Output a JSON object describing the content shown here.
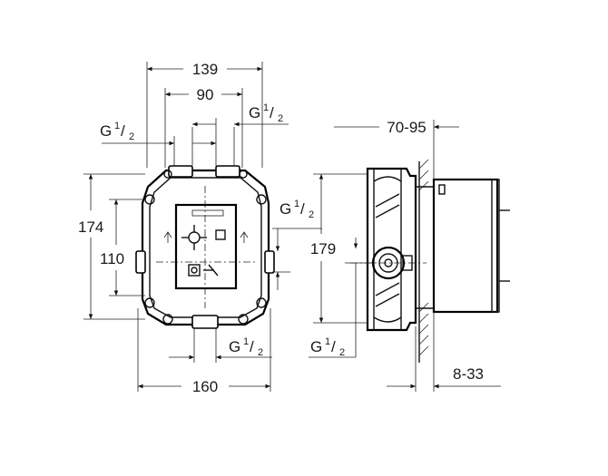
{
  "front_view": {
    "dim_width_outer": "139",
    "dim_width_inner": "90",
    "dim_height_total": "174",
    "dim_height_ports": "110",
    "dim_width_base": "160",
    "thread_top_left": {
      "main": "G",
      "num": "1",
      "den": "2"
    },
    "thread_top_right": {
      "main": "G",
      "num": "1",
      "den": "2"
    },
    "thread_right": {
      "main": "G",
      "num": "1",
      "den": "2"
    },
    "thread_bottom": {
      "main": "G",
      "num": "1",
      "den": "2"
    }
  },
  "side_view": {
    "dim_depth": "70-95",
    "dim_height": "179",
    "dim_wall": "8-33",
    "thread_left": {
      "main": "G",
      "num": "1",
      "den": "2"
    }
  }
}
